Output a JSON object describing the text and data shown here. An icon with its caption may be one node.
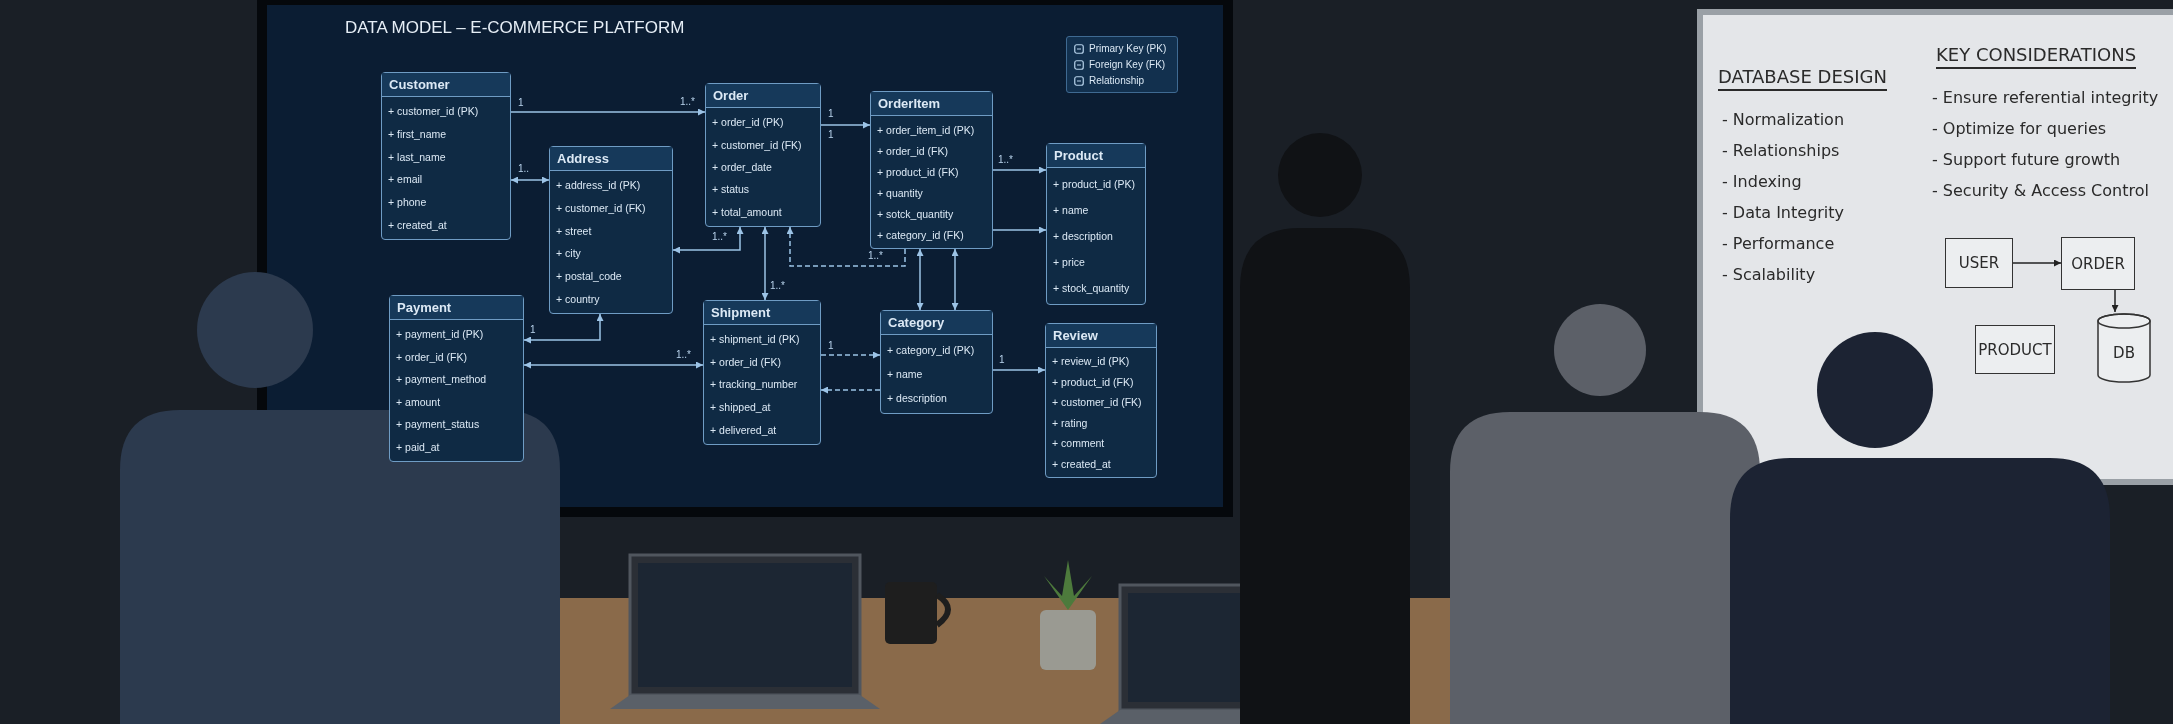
{
  "diagram": {
    "title": "DATA MODEL – E-COMMERCE PLATFORM",
    "nodes": [
      {
        "text": [
          "Customer",
          "+ customer_id (PK)",
          "+ first_name",
          "+ last_name",
          "+ email",
          "+ phone",
          "+ created_at"
        ]
      },
      {
        "text": [
          "Order",
          "+ order_id (PK)",
          "+ customer_id (FK)",
          "+ order_date",
          "+ status",
          "+ total_amount"
        ]
      },
      {
        "text": [
          "OrderItem",
          "+ order_item_id (PK)",
          "+ order_id (FK)",
          "+ product_id (FK)",
          "+ quantity",
          "+ sotck_quantity",
          "+ category_id (FK)"
        ]
      },
      {
        "text": [
          "Address",
          "+ address_id (PK)",
          "+ customer_id (FK)",
          "+ street",
          "+ city",
          "+ postal_code",
          "+ country"
        ]
      },
      {
        "text": [
          "Product",
          "+ product_id (PK)",
          "+ name",
          "+ description",
          "+ price",
          "+ stock_quantity"
        ]
      },
      {
        "text": [
          "Payment",
          "+ payment_id (PK)",
          "+ order_id (FK)",
          "+ payment_method",
          "+ amount",
          "+ payment_status",
          "+ paid_at"
        ]
      },
      {
        "text": [
          "Shipment",
          "+ shipment_id (PK)",
          "+ order_id (FK)",
          "+ tracking_number",
          "+ shipped_at",
          "+ delivered_at"
        ]
      },
      {
        "text": [
          "Category",
          "+ category_id (PK)",
          "+ name",
          "+ description"
        ]
      },
      {
        "text": [
          "Review",
          "+ review_id (PK)",
          "+ product_id (FK)",
          "+ customer_id (FK)",
          "+ rating",
          "+ comment",
          "+ created_at"
        ]
      },
      {
        "text": [
          "USER"
        ]
      },
      {
        "text": [
          "ORDER"
        ]
      },
      {
        "text": [
          "PRODUCT"
        ]
      },
      {
        "text": [
          "DB"
        ]
      }
    ],
    "edges": [
      {
        "from": 0,
        "to": 1,
        "arrow": "to"
      },
      {
        "from": 0,
        "to": 3,
        "arrow": "both"
      },
      {
        "from": 1,
        "to": 2,
        "arrow": "to"
      },
      {
        "from": 1,
        "to": 3,
        "arrow": "both"
      },
      {
        "from": 3,
        "to": 5,
        "arrow": "both"
      },
      {
        "from": 5,
        "to": 6,
        "arrow": "both"
      },
      {
        "from": 1,
        "to": 6,
        "arrow": "both"
      },
      {
        "from": 2,
        "to": 1,
        "arrow": "to",
        "style": "dashed"
      },
      {
        "from": 2,
        "to": 7,
        "arrow": "both"
      },
      {
        "from": 2,
        "to": 7,
        "arrow": "both"
      },
      {
        "from": 2,
        "to": 4,
        "arrow": "to"
      },
      {
        "from": 2,
        "to": 4,
        "arrow": "to"
      },
      {
        "from": 6,
        "to": 7,
        "arrow": "to",
        "style": "dashed"
      },
      {
        "from": 7,
        "to": 6,
        "arrow": "to",
        "style": "dashed"
      },
      {
        "from": 7,
        "to": 8,
        "arrow": "to"
      },
      {
        "from": 9,
        "to": 10,
        "arrow": "to",
        "color": "#222222"
      },
      {
        "from": 10,
        "to": 12,
        "arrow": "to",
        "color": "#222222"
      }
    ],
    "labels": [
      "1",
      "1..*",
      "1..",
      "1",
      "1",
      "1..*",
      "1..*",
      "1..*",
      "1..*",
      "1..*",
      "1",
      "1",
      "1",
      "DATABASE DESIGN",
      "- Normalization",
      "- Relationships",
      "- Indexing",
      "- Data Integrity",
      "- Performance",
      "- Scalability",
      "KEY CONSIDERATIONS",
      "- Ensure referential integrity",
      "- Optimize for queries",
      "- Support future growth",
      "- Security & Access Control"
    ],
    "legend": [
      {
        "text": "Primary Key (PK)"
      },
      {
        "text": "Foreign Key (FK)"
      },
      {
        "text": "Relationship"
      }
    ]
  }
}
